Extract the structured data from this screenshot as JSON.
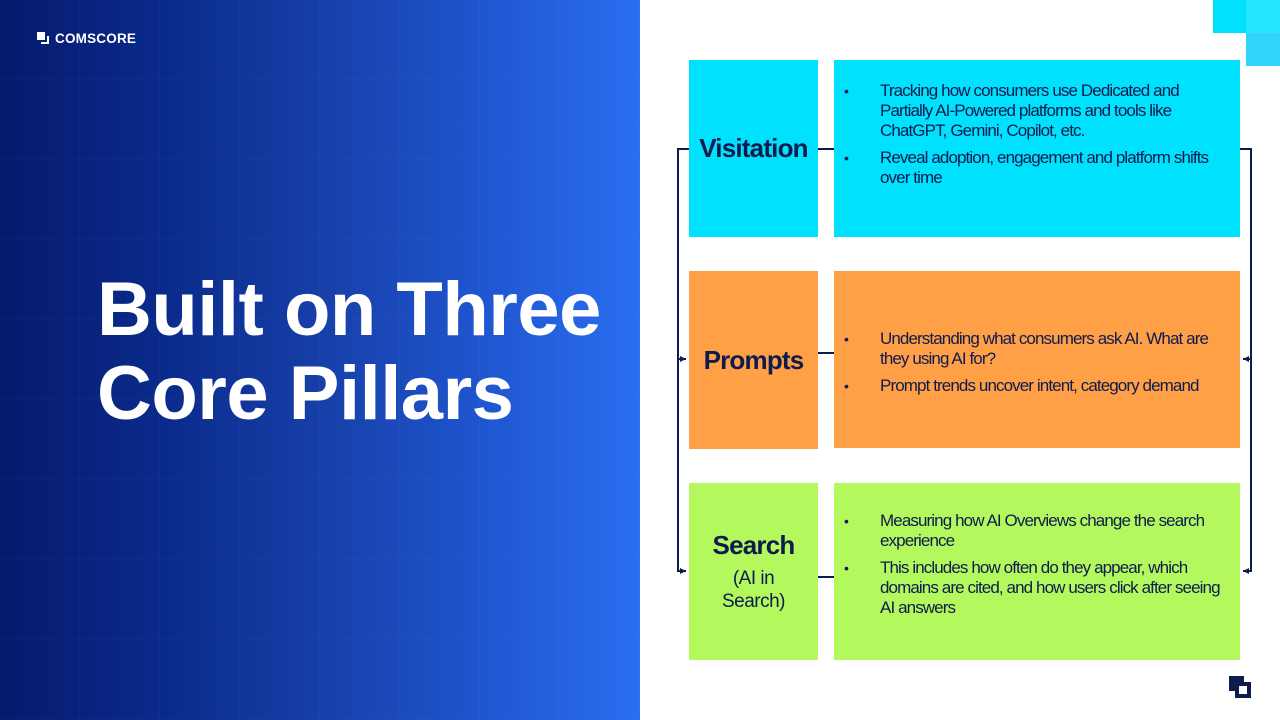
{
  "brand": {
    "logo_text": "COMSCORE"
  },
  "headline": {
    "line1": "Built on Three",
    "line2": "Core Pillars"
  },
  "pillars": [
    {
      "title": "Visitation",
      "subtitle": "",
      "color": "#00e1fe",
      "bullets": [
        "Tracking how consumers use Dedicated and Partially AI-Powered platforms and tools like ChatGPT, Gemini, Copilot, etc.",
        "Reveal adoption, engagement and platform shifts over time"
      ]
    },
    {
      "title": "Prompts",
      "subtitle": "",
      "color": "#ff9f46",
      "bullets": [
        "Understanding what consumers ask AI. What are they using AI for?",
        "Prompt trends uncover intent, category demand"
      ]
    },
    {
      "title": "Search",
      "subtitle": "(AI in Search)",
      "color": "#b3f85c",
      "bullets": [
        "Measuring how AI Overviews change the search experience",
        "This includes how often do they appear, which domains are cited, and how users click after seeing AI answers"
      ]
    }
  ],
  "bullet_glyph": "•",
  "colors": {
    "navy": "#0e1b4d",
    "cyan": "#00e1fe",
    "light_cyan": "#30d4fc"
  }
}
